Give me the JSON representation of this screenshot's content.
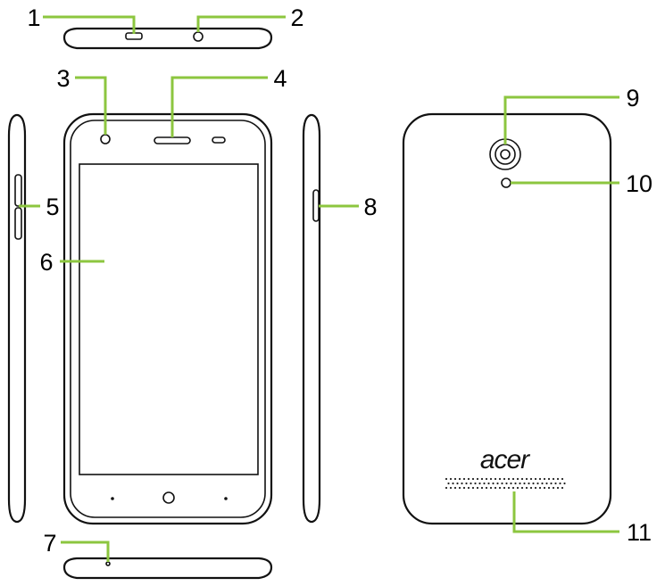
{
  "title": "",
  "brand_logo_text": "acer",
  "colors": {
    "callout_line": "#8cc63f",
    "outline": "#111111",
    "background": "#ffffff"
  },
  "callouts": [
    {
      "number": "1",
      "target": "micro-usb-port"
    },
    {
      "number": "2",
      "target": "headphone-jack"
    },
    {
      "number": "3",
      "target": "front-camera"
    },
    {
      "number": "4",
      "target": "earpiece-speaker"
    },
    {
      "number": "5",
      "target": "volume-buttons"
    },
    {
      "number": "6",
      "target": "touchscreen"
    },
    {
      "number": "7",
      "target": "microphone"
    },
    {
      "number": "8",
      "target": "power-button"
    },
    {
      "number": "9",
      "target": "rear-camera"
    },
    {
      "number": "10",
      "target": "flash"
    },
    {
      "number": "11",
      "target": "loudspeaker"
    }
  ]
}
